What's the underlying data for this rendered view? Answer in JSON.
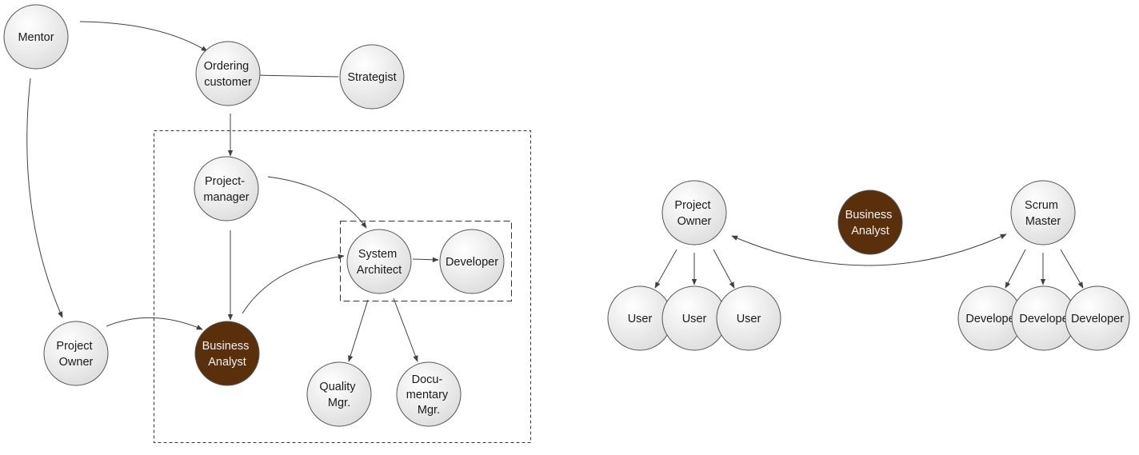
{
  "colors": {
    "node_fill_light": "#ffffff",
    "node_fill_shade": "#dcdcdc",
    "highlight_fill": "#5a2f0c",
    "highlight_text": "#f2f2f2",
    "edge_color": "#404040"
  },
  "left_diagram": {
    "nodes": [
      {
        "id": "mentor",
        "lines": [
          "Mentor"
        ]
      },
      {
        "id": "ordering-customer",
        "lines": [
          "Ordering",
          "customer"
        ]
      },
      {
        "id": "strategist",
        "lines": [
          "Strategist"
        ]
      },
      {
        "id": "project-manager",
        "lines": [
          "Project-",
          "manager"
        ]
      },
      {
        "id": "project-owner",
        "lines": [
          "Project",
          "Owner"
        ]
      },
      {
        "id": "business-analyst",
        "lines": [
          "Business",
          "Analyst"
        ],
        "highlight": true
      },
      {
        "id": "system-architect",
        "lines": [
          "System",
          "Architect"
        ]
      },
      {
        "id": "developer",
        "lines": [
          "Developer"
        ]
      },
      {
        "id": "quality-mgr",
        "lines": [
          "Quality",
          "Mgr."
        ]
      },
      {
        "id": "documentary-mgr",
        "lines": [
          "Docu-",
          "mentary",
          "Mgr."
        ]
      }
    ],
    "edges": [
      {
        "from": "mentor",
        "to": "ordering-customer"
      },
      {
        "from": "strategist",
        "to": "ordering-customer"
      },
      {
        "from": "mentor",
        "to": "project-owner"
      },
      {
        "from": "ordering-customer",
        "to": "project-manager"
      },
      {
        "from": "project-manager",
        "to": "system-architect"
      },
      {
        "from": "project-manager",
        "to": "business-analyst"
      },
      {
        "from": "project-owner",
        "to": "business-analyst"
      },
      {
        "from": "business-analyst",
        "to": "system-architect"
      },
      {
        "from": "system-architect",
        "to": "developer"
      },
      {
        "from": "system-architect",
        "to": "quality-mgr"
      },
      {
        "from": "system-architect",
        "to": "documentary-mgr"
      }
    ]
  },
  "right_diagram": {
    "nodes": [
      {
        "id": "r-project-owner",
        "lines": [
          "Project",
          "Owner"
        ]
      },
      {
        "id": "r-business-analyst",
        "lines": [
          "Business",
          "Analyst"
        ],
        "highlight": true
      },
      {
        "id": "r-scrum-master",
        "lines": [
          "Scrum",
          "Master"
        ]
      },
      {
        "id": "r-user-1",
        "lines": [
          "User"
        ]
      },
      {
        "id": "r-user-2",
        "lines": [
          "User"
        ]
      },
      {
        "id": "r-user-3",
        "lines": [
          "User"
        ]
      },
      {
        "id": "r-developer-1",
        "lines": [
          "Develope"
        ]
      },
      {
        "id": "r-developer-2",
        "lines": [
          "Develope"
        ]
      },
      {
        "id": "r-developer-3",
        "lines": [
          "Developer"
        ]
      }
    ],
    "edges": [
      {
        "from": "r-project-owner",
        "to": "r-scrum-master",
        "bidirectional": true
      },
      {
        "from": "r-project-owner",
        "to": "r-user-1"
      },
      {
        "from": "r-project-owner",
        "to": "r-user-2"
      },
      {
        "from": "r-project-owner",
        "to": "r-user-3"
      },
      {
        "from": "r-scrum-master",
        "to": "r-developer-1"
      },
      {
        "from": "r-scrum-master",
        "to": "r-developer-2"
      },
      {
        "from": "r-scrum-master",
        "to": "r-developer-3"
      }
    ]
  }
}
